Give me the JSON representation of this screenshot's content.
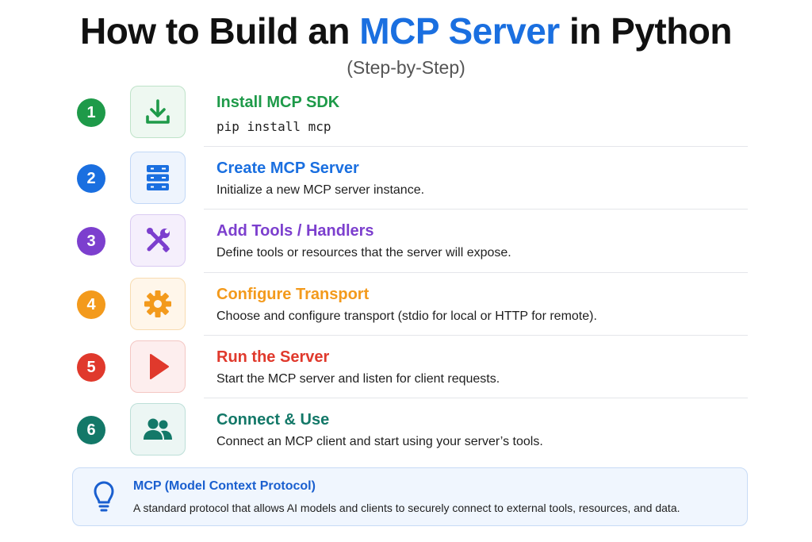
{
  "header": {
    "title_prefix": "How to Build an ",
    "title_accent": "MCP Server",
    "title_suffix": " in Python",
    "subtitle": "(Step-by-Step)"
  },
  "steps": [
    {
      "number": "1",
      "title": "Install MCP SDK",
      "description": "pip install mcp",
      "icon": "download-icon",
      "color": "#1e9a49",
      "bg": "#eef8f1",
      "border": "#bfe3c9"
    },
    {
      "number": "2",
      "title": "Create MCP Server",
      "description": "Initialize a new MCP server instance.",
      "icon": "server-icon",
      "color": "#1a6fe0",
      "bg": "#eef4fd",
      "border": "#c2d8f6"
    },
    {
      "number": "3",
      "title": "Add Tools / Handlers",
      "description": "Define tools or resources that the server will expose.",
      "icon": "tools-icon",
      "color": "#7c3fce",
      "bg": "#f5effc",
      "border": "#dacbf2"
    },
    {
      "number": "4",
      "title": "Configure Transport",
      "description": "Choose and configure transport (stdio for local or HTTP for remote).",
      "icon": "gear-icon",
      "color": "#f39a1c",
      "bg": "#fff6ea",
      "border": "#f8dcb1"
    },
    {
      "number": "5",
      "title": "Run the Server",
      "description": "Start the MCP server and listen for client requests.",
      "icon": "play-icon",
      "color": "#e0392c",
      "bg": "#fdeeee",
      "border": "#f4c7c3"
    },
    {
      "number": "6",
      "title": "Connect & Use",
      "description": "Connect an MCP client and start using your server’s tools.",
      "icon": "users-icon",
      "color": "#137868",
      "bg": "#ecf6f4",
      "border": "#bddfd8"
    }
  ],
  "info": {
    "title": "MCP (Model Context Protocol)",
    "description": "A standard protocol that allows AI models and clients to securely connect to external tools, resources, and data.",
    "icon": "lightbulb-icon",
    "color": "#1a5fcf"
  }
}
